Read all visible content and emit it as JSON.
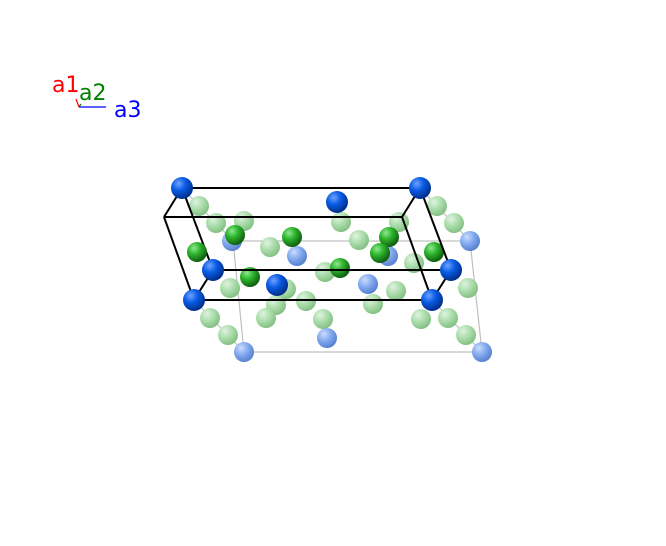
{
  "axes": {
    "a1": {
      "label": "a1",
      "color": "#ff0000"
    },
    "a2": {
      "label": "a2",
      "color": "#008000"
    },
    "a3": {
      "label": "a3",
      "color": "#0000ff"
    }
  },
  "atom_colors": {
    "blue": "#0a5ce6",
    "green": "#2db52d",
    "blue_ghost": "#7fa6ec",
    "green_ghost": "#a9dba9"
  },
  "cell_line_color": "#000000",
  "ghost_line_color": "#c0c0c0"
}
